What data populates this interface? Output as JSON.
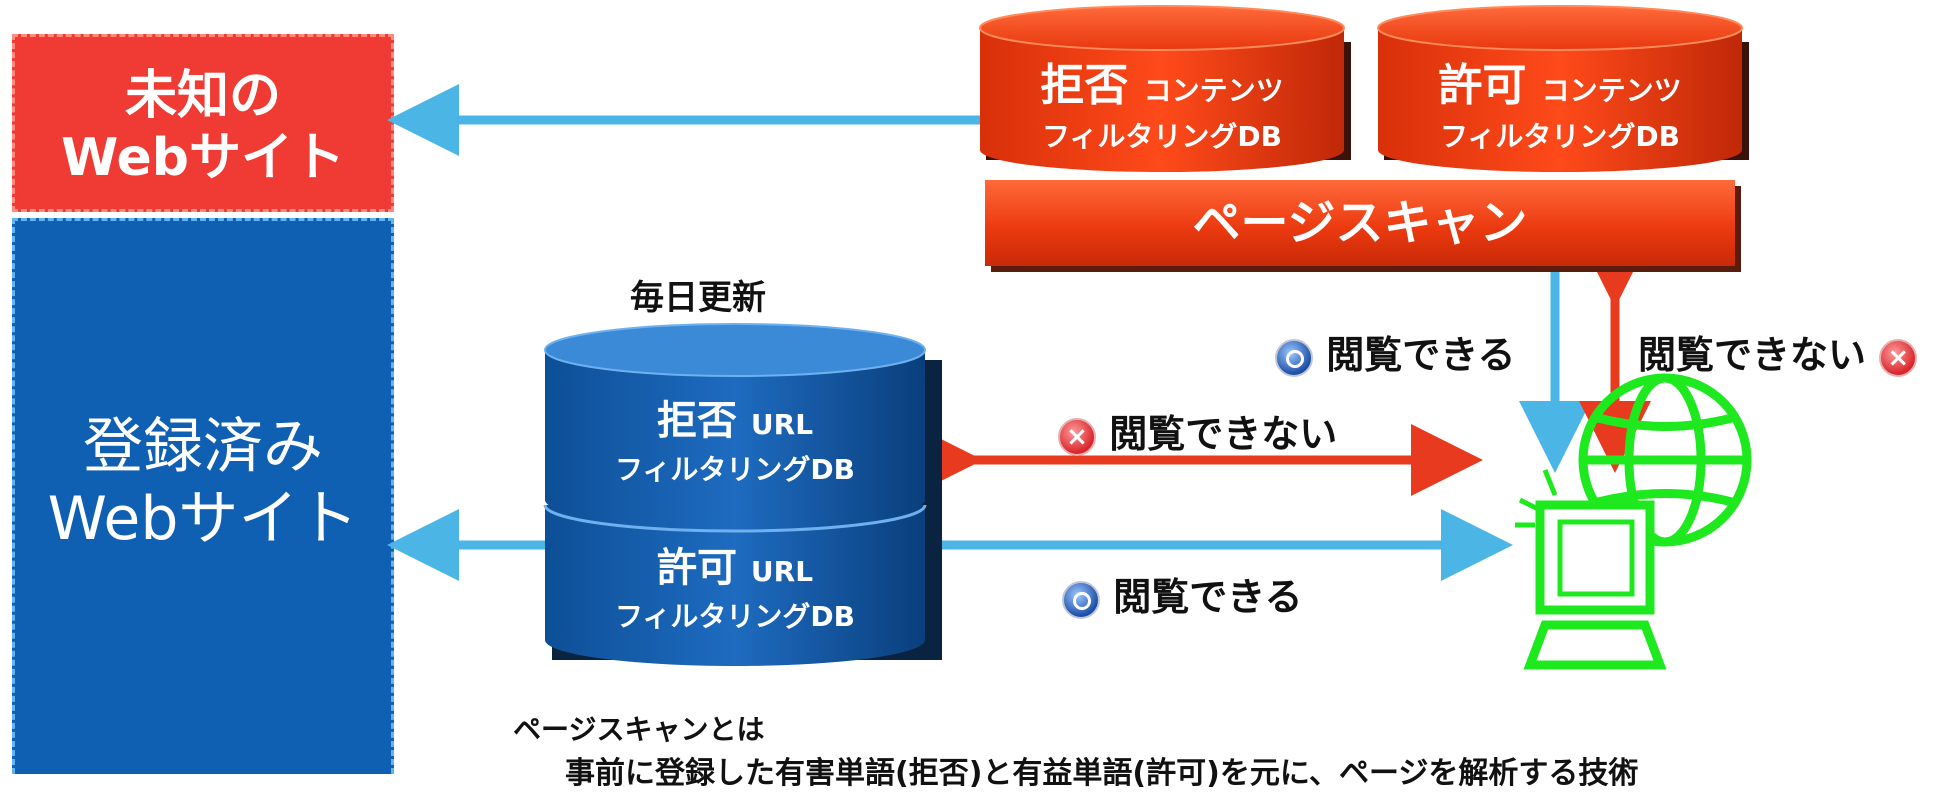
{
  "left_boxes": {
    "unknown": {
      "line1": "未知の",
      "line2": "Webサイト"
    },
    "registered": {
      "line1": "登録済み",
      "line2": "Webサイト"
    }
  },
  "content_db": [
    {
      "main": "拒否",
      "sub": "コンテンツ",
      "line2": "フィルタリングDB"
    },
    {
      "main": "許可",
      "sub": "コンテンツ",
      "line2": "フィルタリングDB"
    }
  ],
  "page_scan": "ページスキャン",
  "daily_update": "毎日更新",
  "url_db": [
    {
      "main": "拒否",
      "sub": "URL",
      "line2": "フィルタリングDB"
    },
    {
      "main": "許可",
      "sub": "URL",
      "line2": "フィルタリングDB"
    }
  ],
  "labels": {
    "can_view": "閲覧できる",
    "cannot_view": "閲覧できない"
  },
  "note": {
    "title": "ページスキャンとは",
    "body": "事前に登録した有害単語(拒否)と有益単語(許可)を元に、ページを解析する技術"
  },
  "colors": {
    "red": "#ef3b34",
    "blue": "#0f5fb3",
    "arrow_blue": "#4bb6e6",
    "arrow_red": "#e83a1f",
    "pc_green": "#1ee81e"
  },
  "icons": [
    "check-circle-icon",
    "cross-circle-icon",
    "computer-globe-icon"
  ]
}
